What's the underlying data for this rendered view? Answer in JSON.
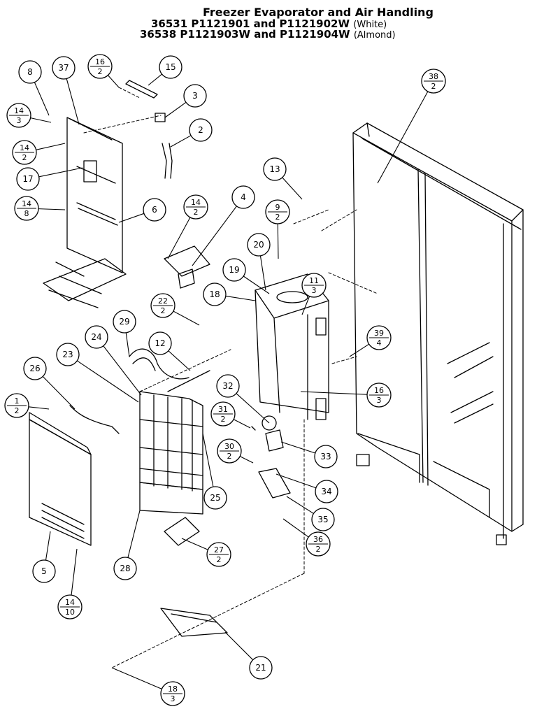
{
  "title": {
    "line1": "Freezer Evaporator and Air Handling",
    "line2_main": "36531  P1121901 and P1121902W",
    "line2_note": "(White)",
    "line3_main": "36538  P1121903W and P1121904W",
    "line3_note": "(Almond)"
  },
  "callouts": [
    {
      "id": "8",
      "num": "8"
    },
    {
      "id": "37",
      "num": "37"
    },
    {
      "id": "16-2-top",
      "num": "16",
      "qty": "2"
    },
    {
      "id": "15",
      "num": "15"
    },
    {
      "id": "3",
      "num": "3"
    },
    {
      "id": "14-3",
      "num": "14",
      "qty": "3"
    },
    {
      "id": "2",
      "num": "2"
    },
    {
      "id": "14-2-left",
      "num": "14",
      "qty": "2"
    },
    {
      "id": "17",
      "num": "17"
    },
    {
      "id": "14-8",
      "num": "14",
      "qty": "8"
    },
    {
      "id": "6",
      "num": "6"
    },
    {
      "id": "14-2-mid",
      "num": "14",
      "qty": "2"
    },
    {
      "id": "4",
      "num": "4"
    },
    {
      "id": "13",
      "num": "13"
    },
    {
      "id": "38-2",
      "num": "38",
      "qty": "2"
    },
    {
      "id": "9-2",
      "num": "9",
      "qty": "2"
    },
    {
      "id": "20",
      "num": "20"
    },
    {
      "id": "19",
      "num": "19"
    },
    {
      "id": "18",
      "num": "18"
    },
    {
      "id": "11-3",
      "num": "11",
      "qty": "3"
    },
    {
      "id": "22-2",
      "num": "22",
      "qty": "2"
    },
    {
      "id": "29",
      "num": "29"
    },
    {
      "id": "24",
      "num": "24"
    },
    {
      "id": "12",
      "num": "12"
    },
    {
      "id": "23",
      "num": "23"
    },
    {
      "id": "39-4",
      "num": "39",
      "qty": "4"
    },
    {
      "id": "26",
      "num": "26"
    },
    {
      "id": "1-2",
      "num": "1",
      "qty": "2"
    },
    {
      "id": "32",
      "num": "32"
    },
    {
      "id": "16-3",
      "num": "16",
      "qty": "3"
    },
    {
      "id": "31-2",
      "num": "31",
      "qty": "2"
    },
    {
      "id": "30-2",
      "num": "30",
      "qty": "2"
    },
    {
      "id": "33",
      "num": "33"
    },
    {
      "id": "34",
      "num": "34"
    },
    {
      "id": "25",
      "num": "25"
    },
    {
      "id": "35",
      "num": "35"
    },
    {
      "id": "36-2",
      "num": "36",
      "qty": "2"
    },
    {
      "id": "27-2",
      "num": "27",
      "qty": "2"
    },
    {
      "id": "28",
      "num": "28"
    },
    {
      "id": "5",
      "num": "5"
    },
    {
      "id": "14-10",
      "num": "14",
      "qty": "10"
    },
    {
      "id": "21",
      "num": "21"
    },
    {
      "id": "18-3",
      "num": "18",
      "qty": "3"
    }
  ]
}
